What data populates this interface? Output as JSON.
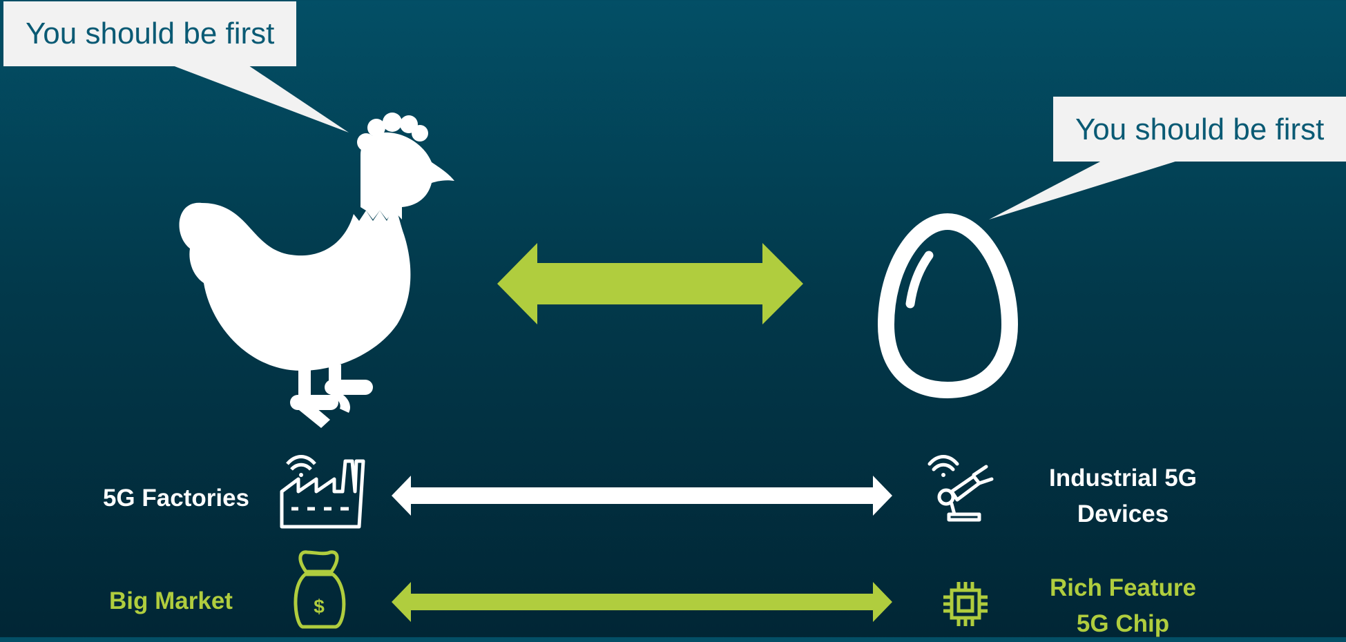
{
  "callouts": {
    "left_text": "You should be first",
    "right_text": "You should be first"
  },
  "rows": {
    "factories_label": "5G Factories",
    "devices_label_line1": "Industrial 5G",
    "devices_label_line2": "Devices",
    "market_label": "Big Market",
    "chip_label_line1": "Rich Feature",
    "chip_label_line2": "5G Chip"
  },
  "icons": {
    "hen": "hen-icon",
    "egg": "egg-icon",
    "factory": "factory-wifi-icon",
    "robot_arm": "robot-arm-wifi-icon",
    "money_bag": "money-bag-icon",
    "chip": "chip-icon"
  },
  "colors": {
    "accent_green": "#b0cd3e",
    "callout_text": "#0a5a74",
    "callout_bg": "#f2f2f2",
    "white": "#ffffff"
  }
}
